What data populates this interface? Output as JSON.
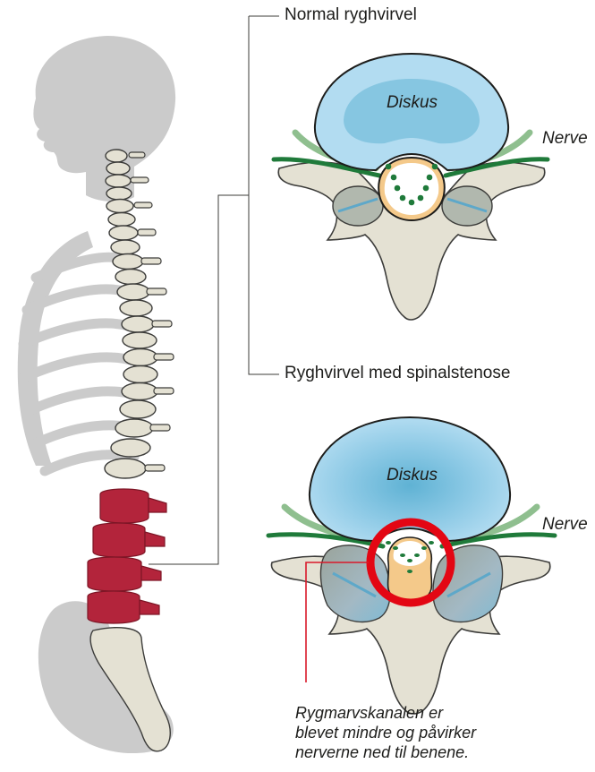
{
  "labels": {
    "normal_title": "Normal ryghvirvel",
    "stenosis_title": "Ryghvirvel med spinalstenose",
    "disc_top": "Diskus",
    "disc_bottom": "Diskus",
    "nerve_top": "Nerve",
    "nerve_bottom": "Nerve",
    "note_lines": [
      "Rygmarvskanalen er",
      "blevet mindre og påvirker",
      "nerverne ned til benene."
    ]
  },
  "colors": {
    "silhouette": "#cbcbcb",
    "bone": "#e4e1d3",
    "bone_outline": "#3c3c3a",
    "disc_outer": "#a9d8ef",
    "disc_inner": "#6fbad8",
    "nerve": "#1f7a3a",
    "nerve_light": "#8fbf8f",
    "lumbar": "#b3243b",
    "canal_fill": "#f4c98a",
    "highlight_ring": "#e30613",
    "connector_red": "#d9192a"
  }
}
